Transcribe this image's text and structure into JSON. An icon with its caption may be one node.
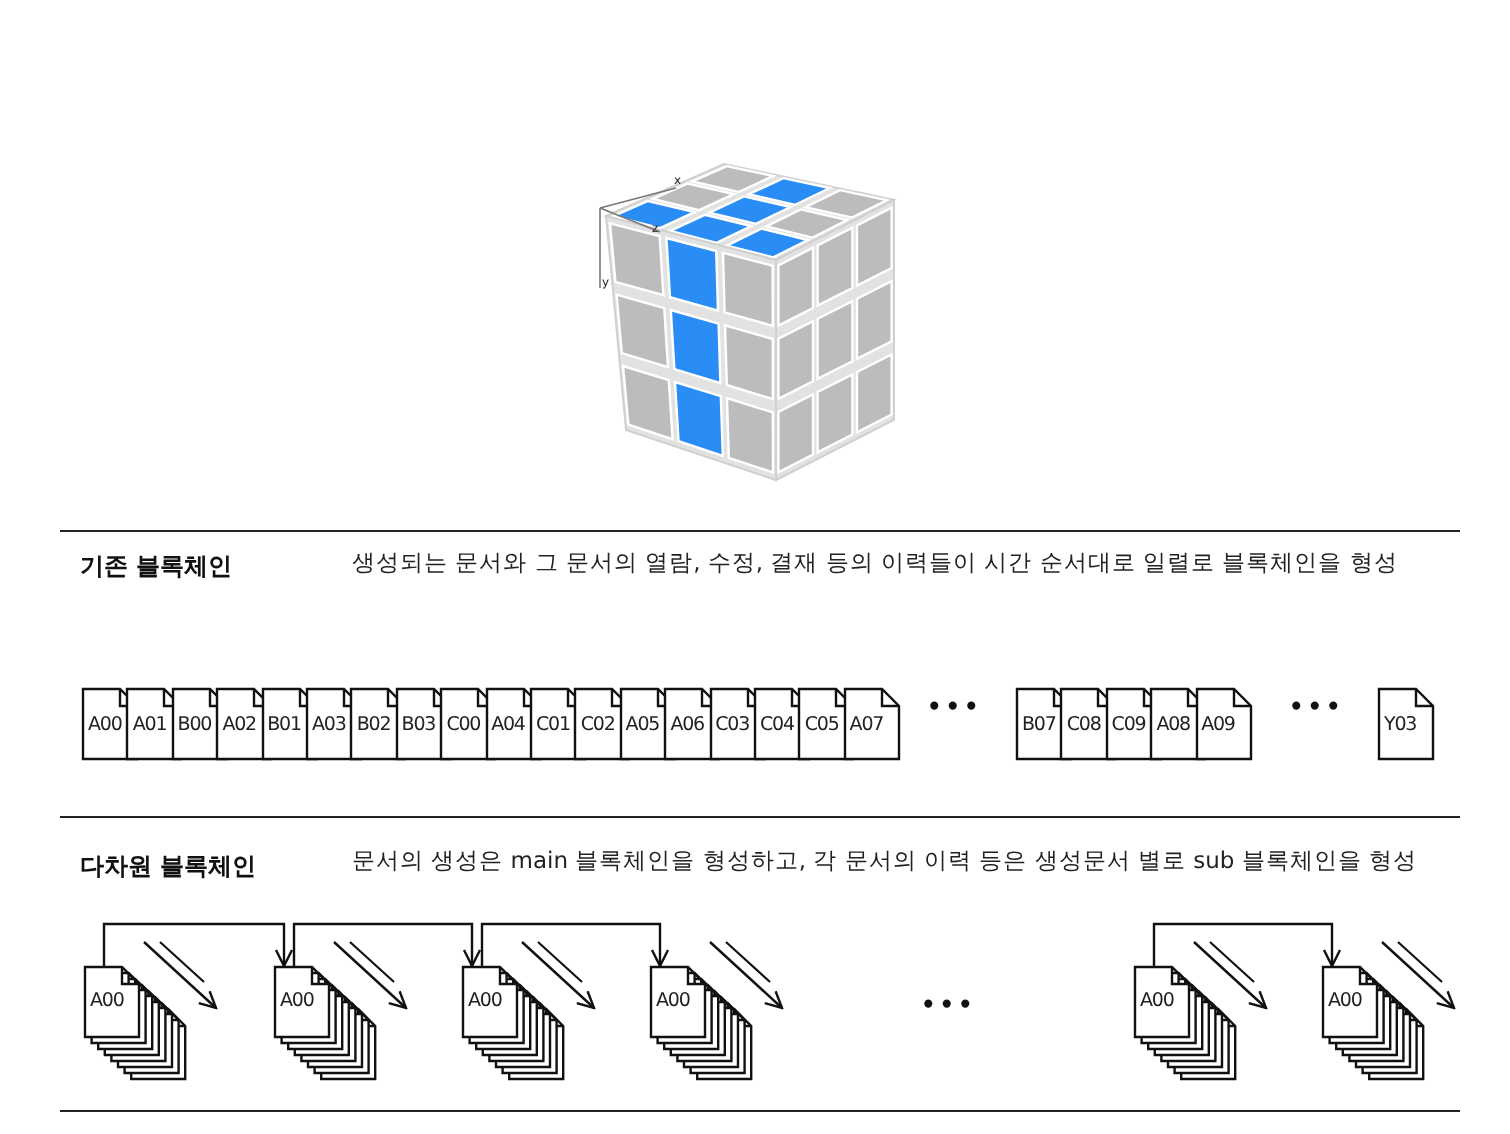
{
  "diagram": {
    "nodes": [
      {
        "text": [
          "A00"
        ]
      },
      {
        "text": [
          "A01"
        ]
      },
      {
        "text": [
          "B00"
        ]
      },
      {
        "text": [
          "A02"
        ]
      },
      {
        "text": [
          "B01"
        ]
      },
      {
        "text": [
          "A03"
        ]
      },
      {
        "text": [
          "B02"
        ]
      },
      {
        "text": [
          "B03"
        ]
      },
      {
        "text": [
          "C00"
        ]
      },
      {
        "text": [
          "A04"
        ]
      },
      {
        "text": [
          "C01"
        ]
      },
      {
        "text": [
          "C02"
        ]
      },
      {
        "text": [
          "A05"
        ]
      },
      {
        "text": [
          "A06"
        ]
      },
      {
        "text": [
          "C03"
        ]
      },
      {
        "text": [
          "C04"
        ]
      },
      {
        "text": [
          "C05"
        ]
      },
      {
        "text": [
          "A07"
        ]
      },
      {
        "text": [
          "B07"
        ]
      },
      {
        "text": [
          "C08"
        ]
      },
      {
        "text": [
          "C09"
        ]
      },
      {
        "text": [
          "A08"
        ]
      },
      {
        "text": [
          "A09"
        ]
      },
      {
        "text": [
          "Y03"
        ]
      },
      {
        "text": [
          "A00"
        ]
      },
      {
        "text": [
          "A00"
        ]
      },
      {
        "text": [
          "A00"
        ]
      },
      {
        "text": [
          "A00"
        ]
      },
      {
        "text": [
          "A00"
        ]
      },
      {
        "text": [
          "A00"
        ]
      }
    ],
    "edges": [
      {
        "from": 24,
        "to": 25,
        "arrow": "to"
      },
      {
        "from": 25,
        "to": 26,
        "arrow": "to"
      },
      {
        "from": 26,
        "to": 27,
        "arrow": "to"
      },
      {
        "from": 28,
        "to": 29,
        "arrow": "to"
      }
    ],
    "labels": [
      "x",
      "z",
      "y",
      "기존 블록체인",
      "생성되는 문서와 그 문서의 열람, 수정, 결재 등의 이력들이  시간 순서대로 일렬로 블록체인을 형성",
      "•••",
      "•••",
      "다차원 블록체인",
      "문서의 생성은 main 블록체인을 형성하고, 각 문서의 이력 등은 생성문서 별로 sub 블록체인을 형성",
      "•••"
    ]
  }
}
